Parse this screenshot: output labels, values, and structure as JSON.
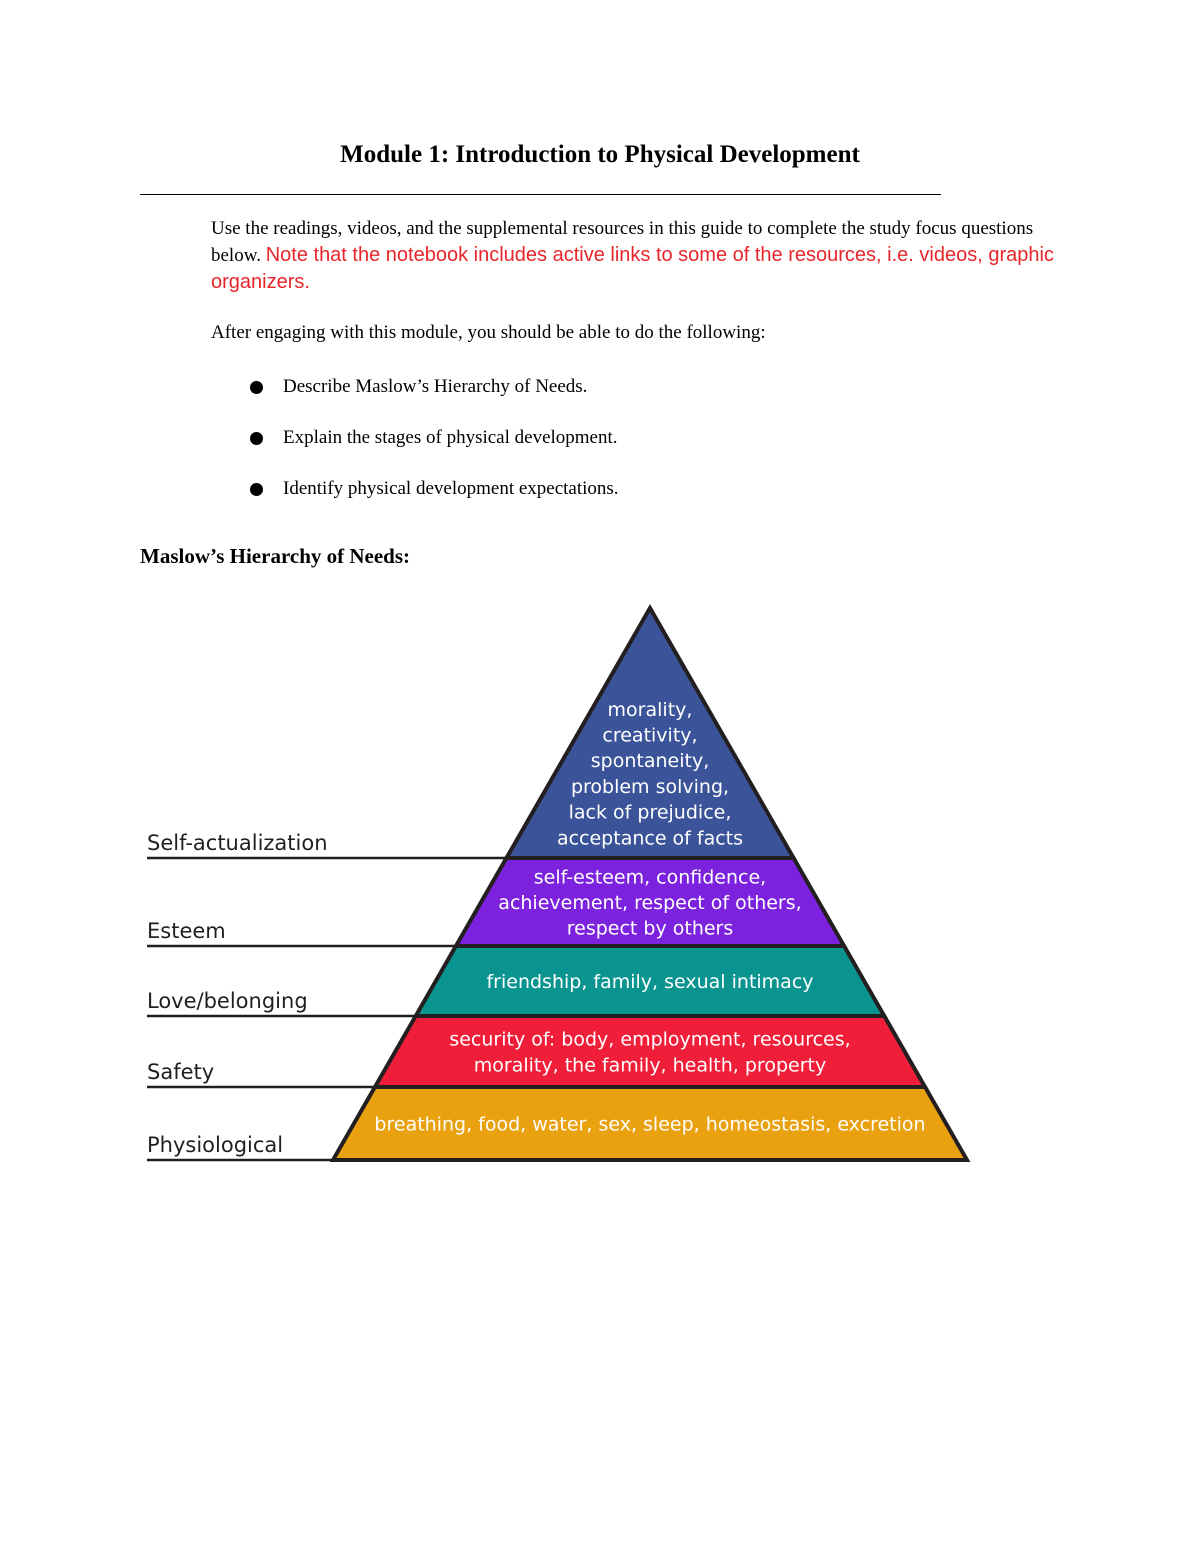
{
  "document": {
    "title": "Module 1: Introduction to Physical Development",
    "intro_text": "Use the readings, videos, and the supplemental resources in this guide to complete the study focus questions below. ",
    "intro_note": "Note that the notebook includes active links to some of the resources, i.e. videos, graphic organizers.",
    "after_text": "After engaging with this module, you should be able to do the following:",
    "objectives": [
      "Describe Maslow’s Hierarchy of Needs.",
      "Explain the stages of physical development.",
      "Identify physical development expectations."
    ],
    "section_heading": "Maslow’s Hierarchy of Needs:"
  },
  "pyramid": {
    "levels": [
      {
        "label": "Self-actualization",
        "color": "#3b5499",
        "lines": [
          "morality,",
          "creativity,",
          "spontaneity,",
          "problem solving,",
          "lack of prejudice,",
          "acceptance of facts"
        ]
      },
      {
        "label": "Esteem",
        "color": "#7c22de",
        "lines": [
          "self-esteem, confidence,",
          "achievement, respect of others,",
          "respect by others"
        ]
      },
      {
        "label": "Love/belonging",
        "color": "#0a9490",
        "lines": [
          "friendship, family, sexual intimacy"
        ]
      },
      {
        "label": "Safety",
        "color": "#f01e38",
        "lines": [
          "security of: body, employment, resources,",
          "morality, the family, health, property"
        ]
      },
      {
        "label": "Physiological",
        "color": "#e9a10f",
        "lines": [
          "breathing, food, water, sex, sleep, homeostasis, excretion"
        ]
      }
    ]
  }
}
